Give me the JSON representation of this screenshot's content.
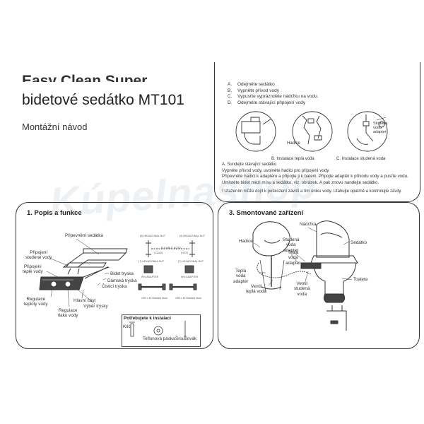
{
  "header": {
    "brand": "Easy Clean Super",
    "product": "bidetové sedátko MT101",
    "subtitle": "Montážní návod"
  },
  "steps_panel": {
    "steps": [
      {
        "letter": "A.",
        "text": "Odejměte sedátko"
      },
      {
        "letter": "B.",
        "text": "Vypněte přívod vody"
      },
      {
        "letter": "C.",
        "text": "Vypusťte vypráznděte nádržku na vodu."
      },
      {
        "letter": "D.",
        "text": "Odejměte stávající připojení vody"
      }
    ],
    "captions": {
      "a": "A. Sundejte stávající sedátko",
      "b": "B. Instalace teplá voda",
      "c": "C. Instalace studená voda",
      "hose": "Hadice",
      "cold_adapter": "Studená\nvoda\nadapter"
    },
    "notes": [
      "Vypněte přívod vody, uvolněte hadici pro připojení vody.",
      "Připevněte hadici k adaptéru a připojte ji k baterii. Připojte adaptér k přívodu vody a pusťte vodu.",
      "Umístěte bidet mezi mísu a sedátko, viz. obrázek. A pak znovu nandejte sedátko."
    ],
    "warning": "Utažením může dojít k poškození závitů a tím úniku vody. Utahujte opatrně a kontrolujte závity."
  },
  "panel_parts": {
    "title": "1. Popis a funkce",
    "labels": {
      "seat_mount": "Připevnění sedátka",
      "cold_conn": "Připojení\nstudené vody",
      "warm_conn": "Připojení\nteplé vody",
      "bidet_nozzle": "Bidet tryska",
      "lady_nozzle": "Dámská tryska",
      "clean_nozzle": "Čisticí tryska",
      "main_part": "Hlavní část",
      "temp_reg": "Regulace\nteploty vody",
      "pressure_reg": "Regulace\ntlaku vody",
      "nozzle_select": "Výběr trysky"
    },
    "small_labels": {
      "hex_nut_cold": "(6) HEXAGONAL NUT",
      "hex_nut_hot": "(6) HEXAGONAL NUT",
      "hex_nut_3": "(7) HEXAGONAL NUT",
      "hex_nut_4": "(7) HEXAGONAL NUT",
      "flex_hose": "FLEXIBLE HOSE",
      "cold": "(COLD)",
      "hot": "(HOT)",
      "adapter_1": "W½ ADAPTER",
      "adapter_2": "W½ ADAPTER",
      "bolts_1": "xΦ5 x 45 Braided Hose",
      "bolts_2": "xΦ8 x 45 Braided Hose"
    },
    "tools": {
      "title": "Potřebujete k instalaci",
      "key": "Klíč",
      "tape": "Teflonová páska",
      "screwdriver": "Šroubovák"
    }
  },
  "panel_assembled": {
    "title": "3. Smontované zařízení",
    "labels": {
      "tank": "Nádržka",
      "seat": "Sedátko",
      "cold_adapter": "Studená\nvoda\nadapter",
      "hose": "Hadice",
      "warm_adapter": "Teplá\nvoda\nadaptér",
      "warm_adapter_2": "Teplá\nvoda\nadaptér",
      "toilet": "Toaleta",
      "valve_cold": "Ventil\nstudená\nvoda",
      "valve_warm": "Ventil\nteplá voda"
    }
  },
  "watermark": "Kúpelnashop",
  "colors": {
    "line": "#333333",
    "frame": "#333333",
    "text": "#222222",
    "watermark": "#96a5b4"
  }
}
